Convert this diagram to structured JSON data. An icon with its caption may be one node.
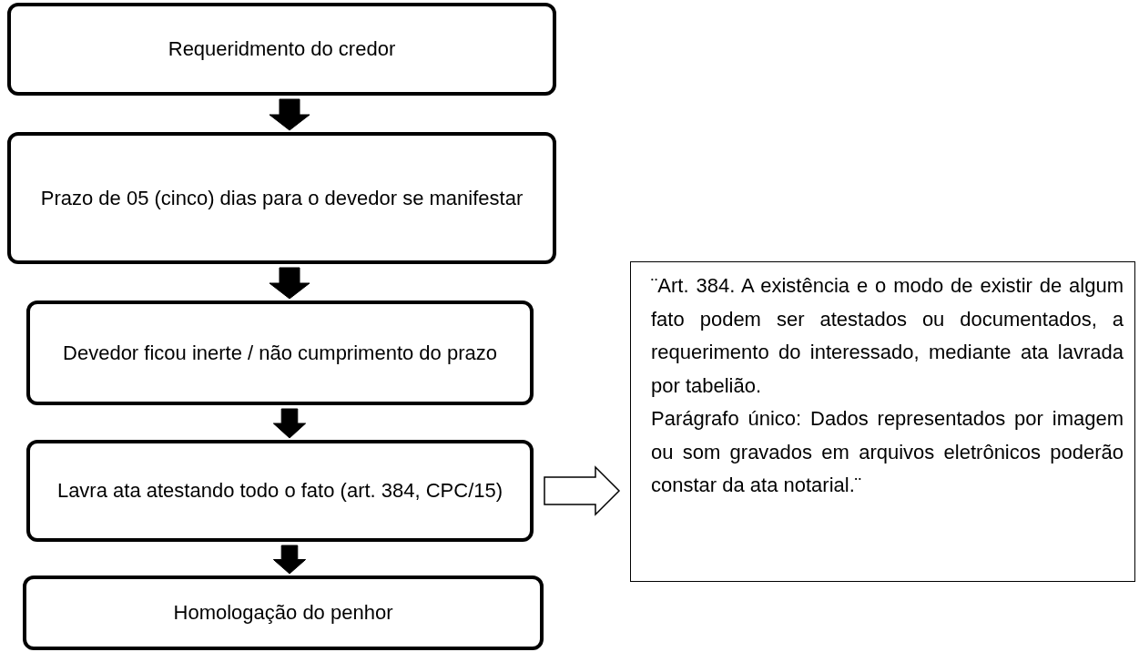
{
  "diagram": {
    "nodes": [
      {
        "text": [
          "Requeridmento do credor"
        ]
      },
      {
        "text": [
          "Prazo de 05 (cinco) dias para o devedor se manifestar"
        ]
      },
      {
        "text": [
          "Devedor ficou inerte / não cumprimento do prazo"
        ]
      },
      {
        "text": [
          "Lavra ata atestando todo o fato (art. 384, CPC/15)"
        ]
      },
      {
        "text": [
          "Homologação do penhor"
        ]
      },
      {
        "text": [
          "¨Art. 384. A existência e o modo de existir de algum fato podem ser atestados ou documentados, a requerimento do interessado, mediante ata lavrada por tabelião.",
          "Parágrafo único: Dados representados por imagem ou som gravados em arquivos eletrônicos poderão constar da ata notarial.¨"
        ]
      }
    ],
    "edges": [
      {
        "from": 0,
        "to": 1,
        "arrow": "to",
        "style": "thick"
      },
      {
        "from": 1,
        "to": 2,
        "arrow": "to",
        "style": "thick"
      },
      {
        "from": 2,
        "to": 3,
        "arrow": "to",
        "style": "thick"
      },
      {
        "from": 3,
        "to": 4,
        "arrow": "to",
        "style": "thick"
      },
      {
        "from": 3,
        "to": 5,
        "arrow": "to"
      }
    ]
  }
}
